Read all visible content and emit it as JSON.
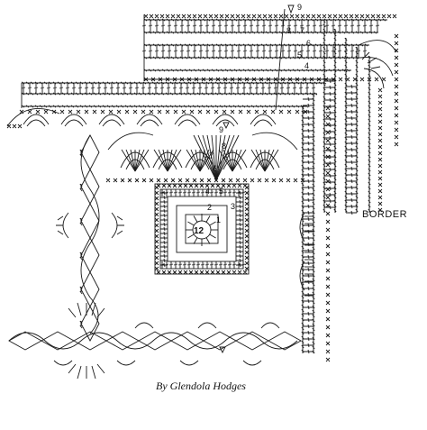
{
  "diagram": {
    "border_label": "BORDER",
    "credit": "By Glendola Hodges",
    "center_label": "12",
    "round_numbers": [
      "1",
      "2",
      "3",
      "4",
      "5",
      "6",
      "7",
      "8",
      "9"
    ],
    "border_round_numbers": [
      "9",
      "8",
      "7",
      "6",
      "5",
      "4"
    ]
  },
  "colors": {
    "ink": "#1a1a1a",
    "paper": "#ffffff"
  }
}
